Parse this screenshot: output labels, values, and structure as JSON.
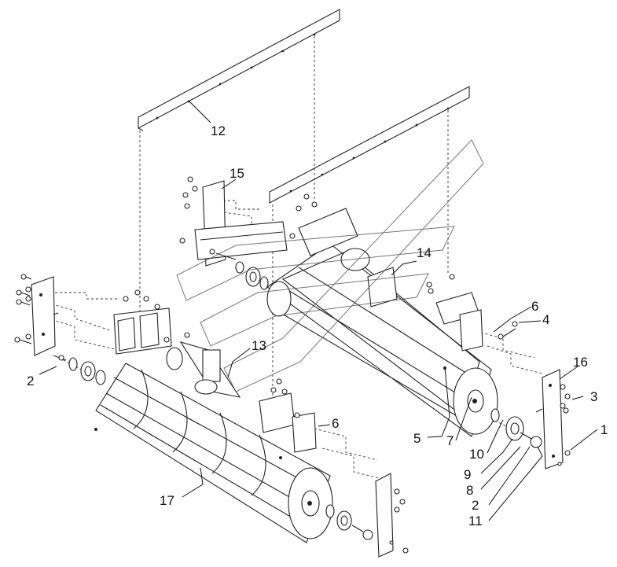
{
  "diagram": {
    "callouts": [
      {
        "id": "c1",
        "label": "1"
      },
      {
        "id": "c2a",
        "label": "2"
      },
      {
        "id": "c2b",
        "label": "2"
      },
      {
        "id": "c3",
        "label": "3"
      },
      {
        "id": "c4",
        "label": "4"
      },
      {
        "id": "c5",
        "label": "5"
      },
      {
        "id": "c6a",
        "label": "6"
      },
      {
        "id": "c6b",
        "label": "6"
      },
      {
        "id": "c7",
        "label": "7"
      },
      {
        "id": "c8",
        "label": "8"
      },
      {
        "id": "c9",
        "label": "9"
      },
      {
        "id": "c10",
        "label": "10"
      },
      {
        "id": "c11",
        "label": "11"
      },
      {
        "id": "c12",
        "label": "12"
      },
      {
        "id": "c13",
        "label": "13"
      },
      {
        "id": "c14",
        "label": "14"
      },
      {
        "id": "c15",
        "label": "15"
      },
      {
        "id": "c16",
        "label": "16"
      },
      {
        "id": "c17",
        "label": "17"
      }
    ],
    "line_color": "#222222",
    "background": "#ffffff"
  }
}
